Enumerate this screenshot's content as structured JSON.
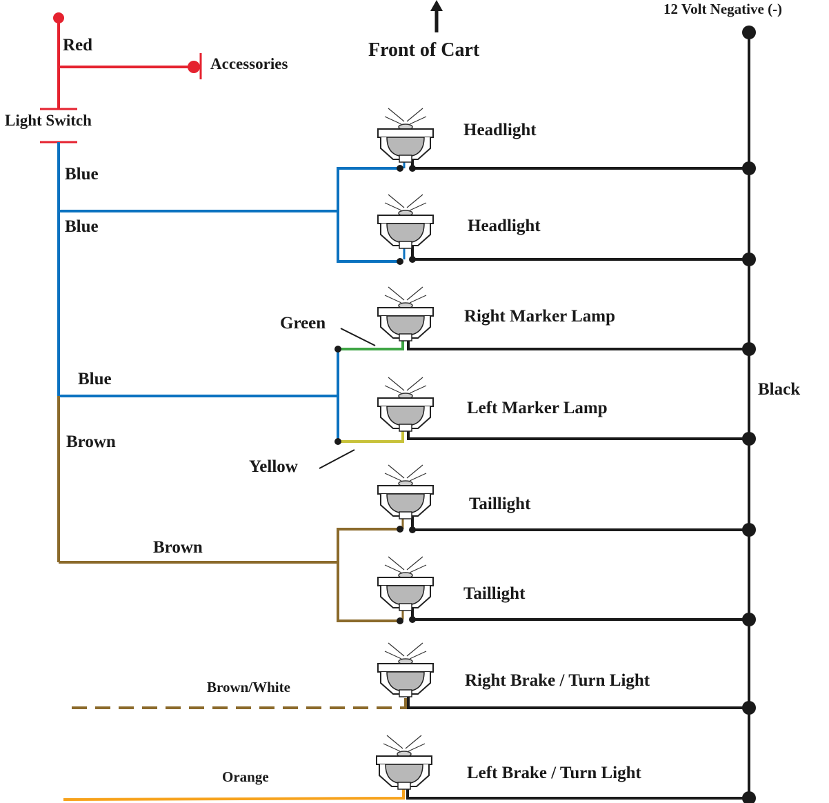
{
  "labels": {
    "top_right": "12 Volt Negative (-)",
    "front": "Front of Cart",
    "red": "Red",
    "accessories": "Accessories",
    "light_switch": "Light Switch",
    "blue_1": "Blue",
    "blue_2": "Blue",
    "blue_3": "Blue",
    "green": "Green",
    "yellow": "Yellow",
    "brown_1": "Brown",
    "brown_2": "Brown",
    "brown_white": "Brown/White",
    "orange": "Orange",
    "black": "Black"
  },
  "lamps": [
    {
      "label": "Headlight"
    },
    {
      "label": "Headlight"
    },
    {
      "label": "Right Marker Lamp"
    },
    {
      "label": "Left Marker Lamp"
    },
    {
      "label": "Taillight"
    },
    {
      "label": "Taillight"
    },
    {
      "label": "Right Brake / Turn Light"
    },
    {
      "label": "Left Brake / Turn Light"
    }
  ],
  "colors": {
    "red": "#e5222f",
    "blue": "#0b72c0",
    "green": "#3fa545",
    "yellow": "#c8c23a",
    "brown": "#8b6a2b",
    "orange": "#f7a21b",
    "black": "#1a1a1a"
  },
  "icons": {
    "lamp": "lamp-icon",
    "arrow": "arrow-up-icon",
    "terminal": "terminal-dot-icon"
  }
}
